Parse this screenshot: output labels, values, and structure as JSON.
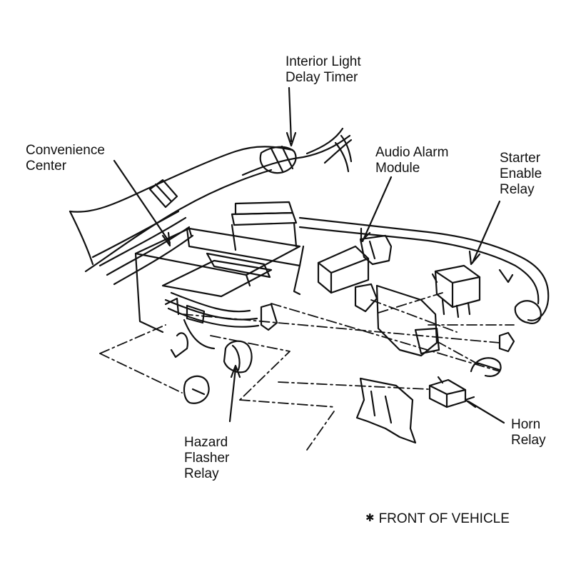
{
  "labels": {
    "interior_light_delay_timer": [
      "Interior Light",
      "Delay Timer"
    ],
    "convenience_center": [
      "Convenience",
      "Center"
    ],
    "audio_alarm_module": [
      "Audio Alarm",
      "Module"
    ],
    "starter_enable_relay": [
      "Starter",
      "Enable",
      "Relay"
    ],
    "hazard_flasher_relay": [
      "Hazard",
      "Flasher",
      "Relay"
    ],
    "horn_relay": [
      "Horn",
      "Relay"
    ]
  },
  "footnote": {
    "marker": "✱",
    "text": "FRONT OF VEHICLE"
  },
  "colors": {
    "ink": "#111111",
    "paper": "#ffffff"
  }
}
